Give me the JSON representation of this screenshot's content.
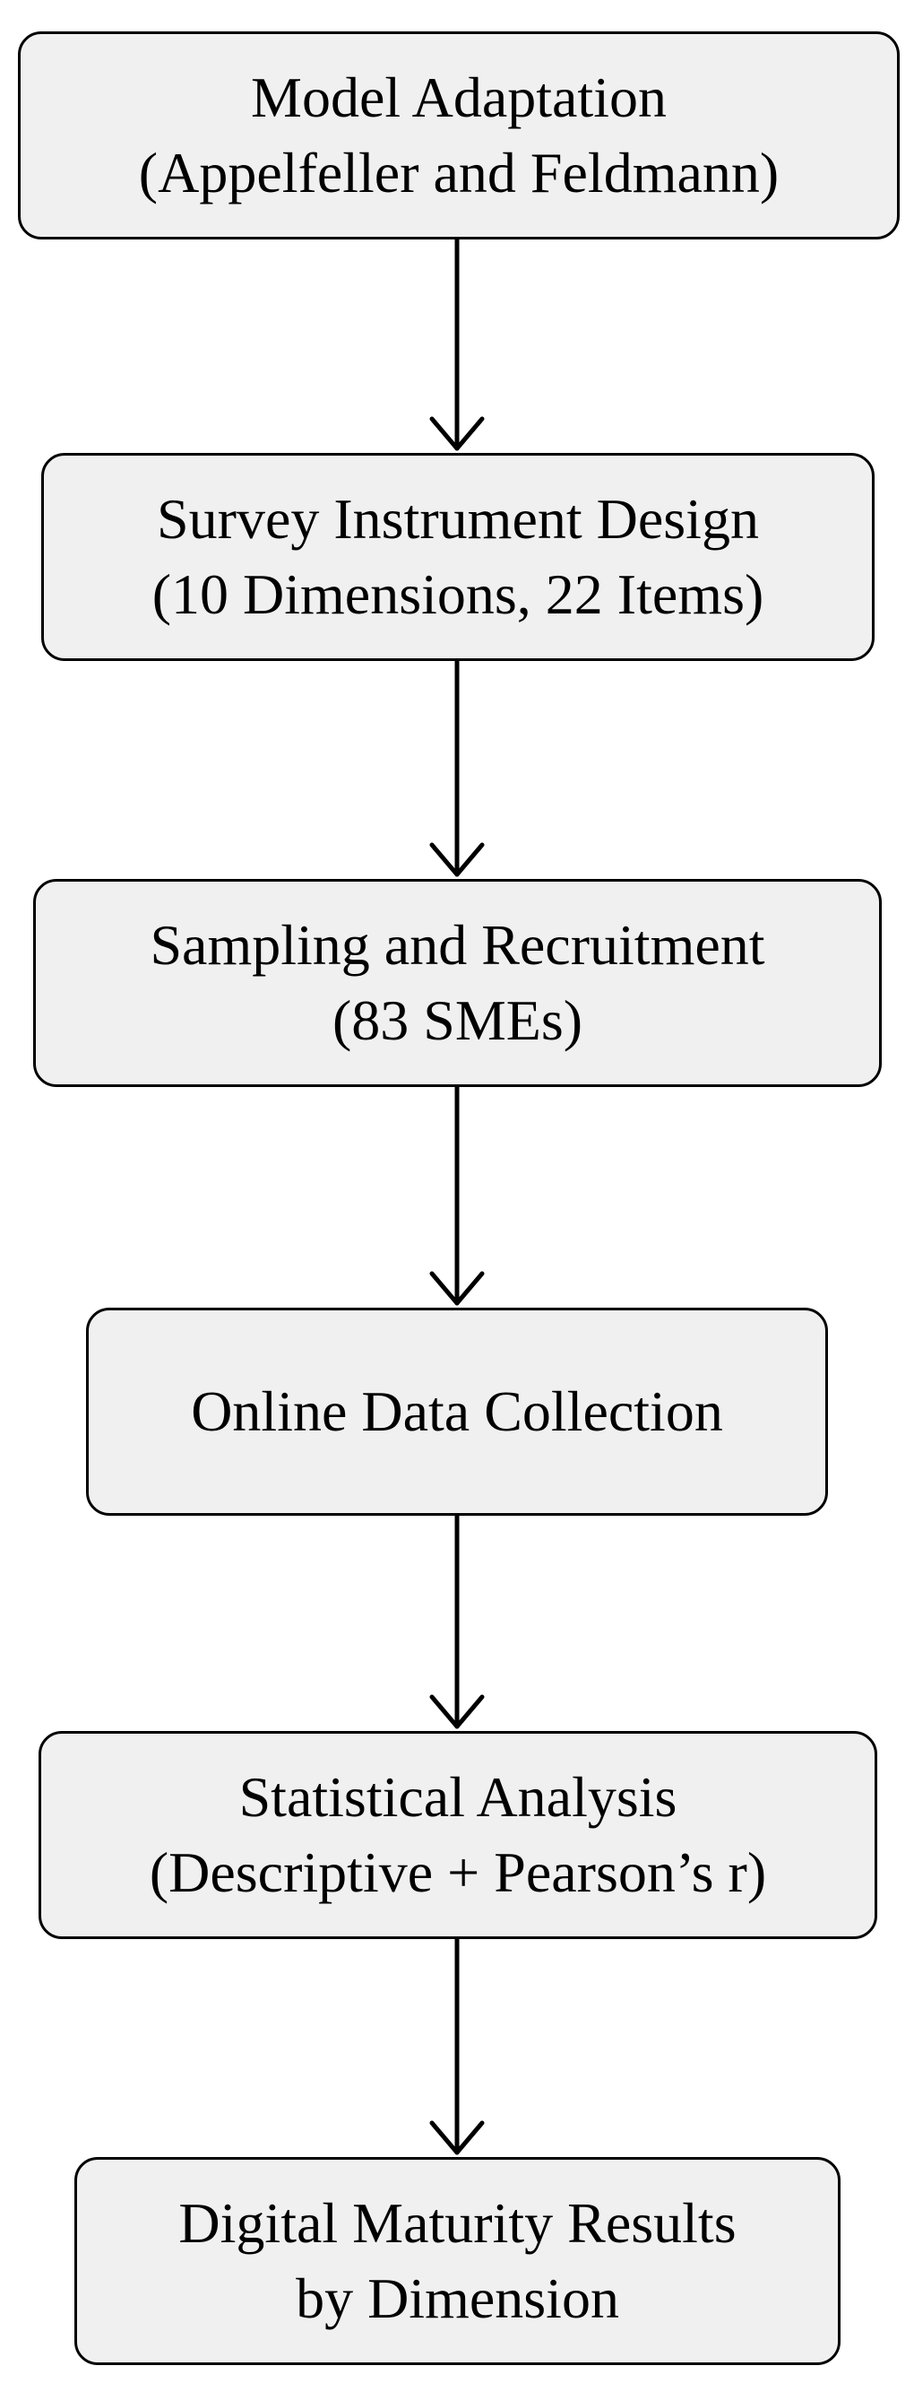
{
  "steps": [
    {
      "line1": "Model Adaptation",
      "line2": "(Appelfeller and Feldmann)"
    },
    {
      "line1": "Survey Instrument Design",
      "line2": "(10 Dimensions, 22 Items)"
    },
    {
      "line1": "Sampling and Recruitment",
      "line2": "(83 SMEs)"
    },
    {
      "line1": "Online Data Collection",
      "line2": ""
    },
    {
      "line1": "Statistical Analysis",
      "line2": "(Descriptive + Pearson’s r)"
    },
    {
      "line1": "Digital Maturity Results",
      "line2": "by Dimension"
    }
  ],
  "colors": {
    "box_fill": "#f0f0f0",
    "stroke": "#000000",
    "text": "#000000",
    "background": "#ffffff"
  }
}
